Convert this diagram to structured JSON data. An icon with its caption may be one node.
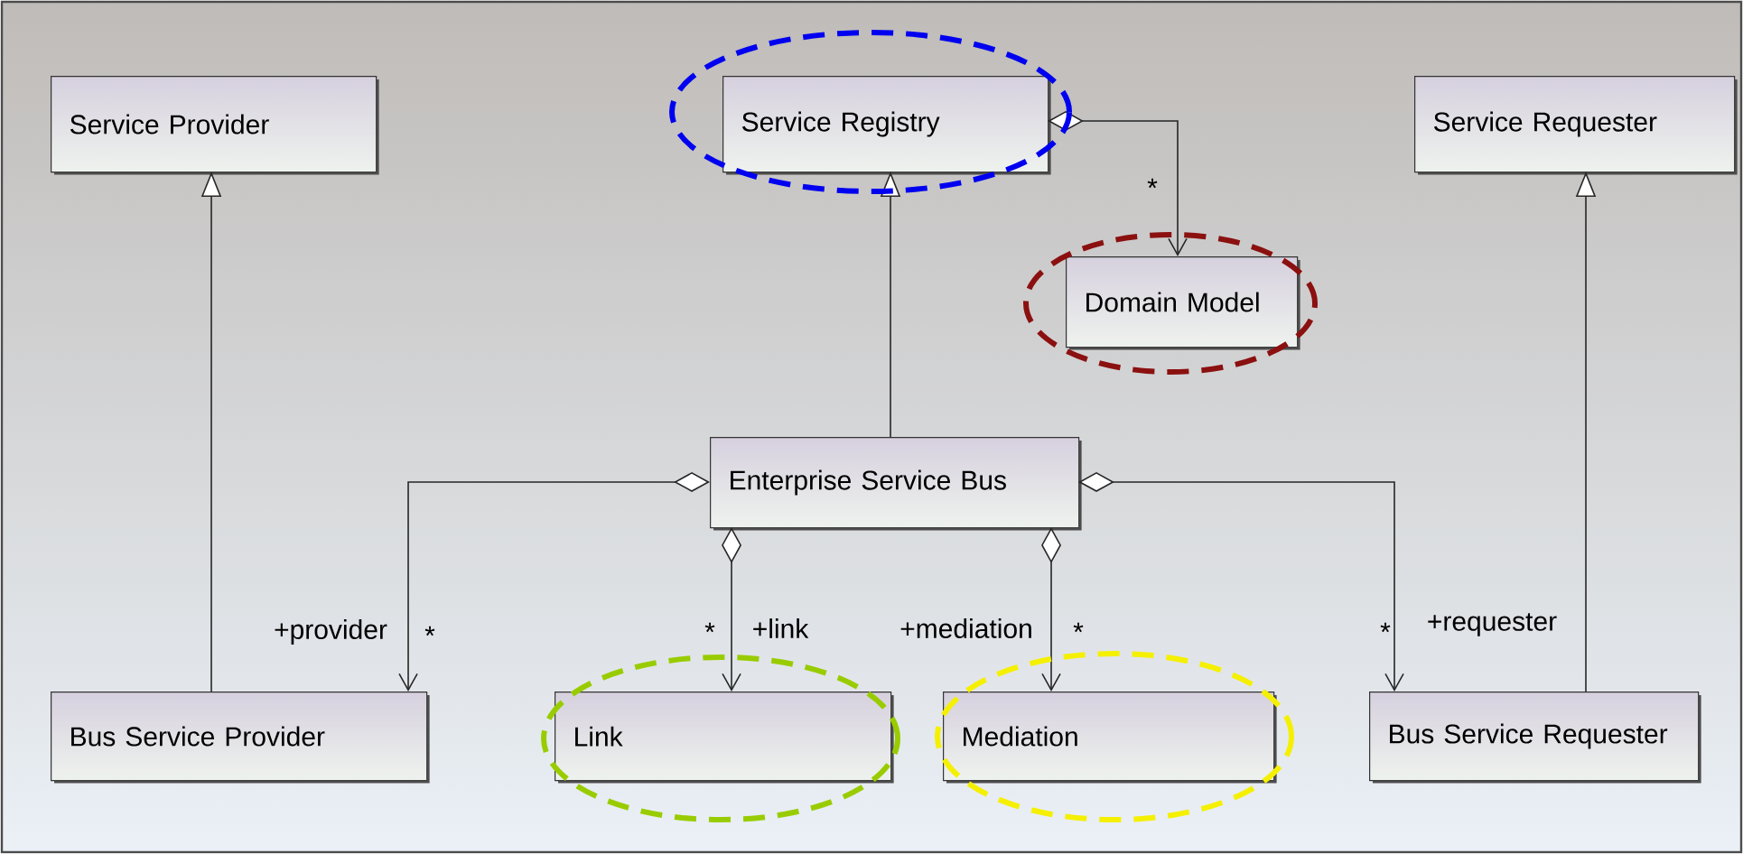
{
  "diagram": {
    "nodes": [
      {
        "text": [
          "Service Provider"
        ]
      },
      {
        "text": [
          "Service Registry"
        ]
      },
      {
        "text": [
          "Service Requester"
        ]
      },
      {
        "text": [
          "Domain Model"
        ]
      },
      {
        "text": [
          "Enterprise Service Bus"
        ]
      },
      {
        "text": [
          "Bus Service Provider"
        ]
      },
      {
        "text": [
          "Link"
        ]
      },
      {
        "text": [
          "Mediation"
        ]
      },
      {
        "text": [
          "Bus Service Requester"
        ]
      }
    ],
    "edges": [
      {
        "from": 5,
        "to": 0,
        "arrow": "to"
      },
      {
        "from": 4,
        "to": 1,
        "arrow": "to"
      },
      {
        "from": 8,
        "to": 2,
        "arrow": "to"
      },
      {
        "from": 1,
        "to": 3,
        "arrow": "to"
      },
      {
        "from": 4,
        "to": 5,
        "arrow": "to",
        "label": "+provider"
      },
      {
        "from": 4,
        "to": 6,
        "arrow": "to",
        "label": "+link"
      },
      {
        "from": 4,
        "to": 7,
        "arrow": "to",
        "label": "+mediation"
      },
      {
        "from": 4,
        "to": 8,
        "arrow": "to",
        "label": "+requester"
      }
    ],
    "labels": [
      "*",
      "*",
      "*",
      "*",
      "*"
    ]
  }
}
